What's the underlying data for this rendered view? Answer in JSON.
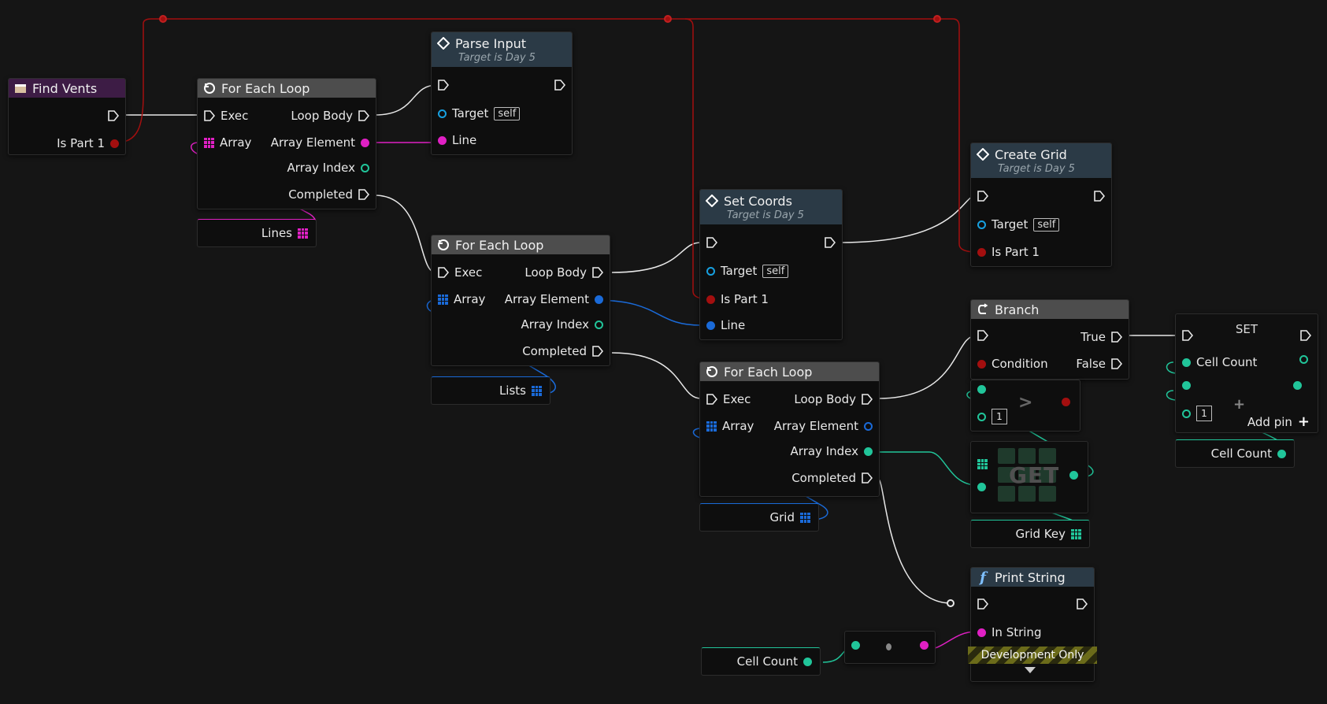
{
  "nodes": {
    "find_vents": {
      "title": "Find Vents",
      "is_part1": "Is Part 1"
    },
    "foreach_lines": {
      "title": "For Each Loop",
      "exec": "Exec",
      "array": "Array",
      "loop_body": "Loop Body",
      "array_element": "Array Element",
      "array_index": "Array Index",
      "completed": "Completed"
    },
    "parse_input": {
      "title": "Parse Input",
      "subtitle": "Target is Day 5",
      "target": "Target",
      "self": "self",
      "line": "Line"
    },
    "foreach_lists": {
      "title": "For Each Loop",
      "exec": "Exec",
      "array": "Array",
      "loop_body": "Loop Body",
      "array_element": "Array Element",
      "array_index": "Array Index",
      "completed": "Completed"
    },
    "set_coords": {
      "title": "Set Coords",
      "subtitle": "Target is Day 5",
      "target": "Target",
      "self": "self",
      "is_part1": "Is Part 1",
      "line": "Line"
    },
    "create_grid": {
      "title": "Create Grid",
      "subtitle": "Target is Day 5",
      "target": "Target",
      "self": "self",
      "is_part1": "Is Part 1"
    },
    "foreach_grid": {
      "title": "For Each Loop",
      "exec": "Exec",
      "array": "Array",
      "loop_body": "Loop Body",
      "array_element": "Array Element",
      "array_index": "Array Index",
      "completed": "Completed"
    },
    "branch": {
      "title": "Branch",
      "condition": "Condition",
      "true": "True",
      "false": "False"
    },
    "set_node": {
      "title": "SET",
      "cell_count": "Cell Count",
      "add_pin": "Add pin",
      "one": "1"
    },
    "compare": {
      "one": "1",
      "op": ">"
    },
    "get_node": {
      "label": "GET",
      "grid_key": "Grid Key"
    },
    "print_string": {
      "title": "Print String",
      "in_string": "In String",
      "dev_only": "Development Only"
    }
  },
  "variables": {
    "lines": "Lines",
    "lists": "Lists",
    "grid": "Grid",
    "cell_count_bottom": "Cell Count",
    "cell_count_set": "Cell Count"
  },
  "colors": {
    "exec": "#e8e8e8",
    "bool": "#a30f0f",
    "string": "#e020c4",
    "object": "#17a0e0",
    "int": "#21c59a",
    "vector_array": "#1a6ad8"
  }
}
